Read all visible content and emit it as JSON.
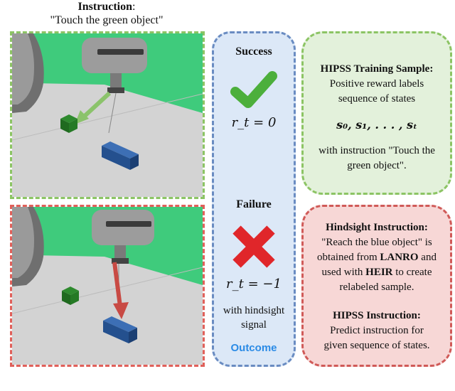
{
  "header": {
    "title": "Instruction",
    "colon": ":",
    "instruction": "\"Touch the green object\""
  },
  "outcome": {
    "success_title": "Success",
    "success_reward": "r_t = 0",
    "failure_title": "Failure",
    "failure_reward": "r_t = −1",
    "hindsight_line1": "with hindsight",
    "hindsight_line2": "signal",
    "label": "Outcome",
    "success_icon": "check-icon",
    "failure_icon": "cross-icon"
  },
  "training_box": {
    "title": "HIPSS Training Sample:",
    "line1": "Positive reward labels",
    "line2": "sequence of states",
    "sequence": "s₀, s₁, . . . , sₜ",
    "line3": "with instruction \"Touch the",
    "line4": "green object\"."
  },
  "hindsight_box": {
    "title": "Hindsight Instruction:",
    "line1": "\"Reach the blue object\" is",
    "line2_pre": "obtained from ",
    "line2_bold": "LANRO",
    "line2_post": " and",
    "line3_pre": "used with ",
    "line3_bold": "HEIR",
    "line3_post": " to create",
    "line4": "relabeled sample.",
    "hipss_title": "HIPSS Instruction:",
    "hipss_line1": "Predict instruction for",
    "hipss_line2": "given sequence of states."
  },
  "colors": {
    "success_border": "#8cc464",
    "failure_border": "#e0605a",
    "outcome_border": "#6a8cc2",
    "outcome_fill": "#dce8f7",
    "check": "#4caf3c",
    "cross": "#e0262a",
    "outcome_label": "#2b8be6"
  }
}
